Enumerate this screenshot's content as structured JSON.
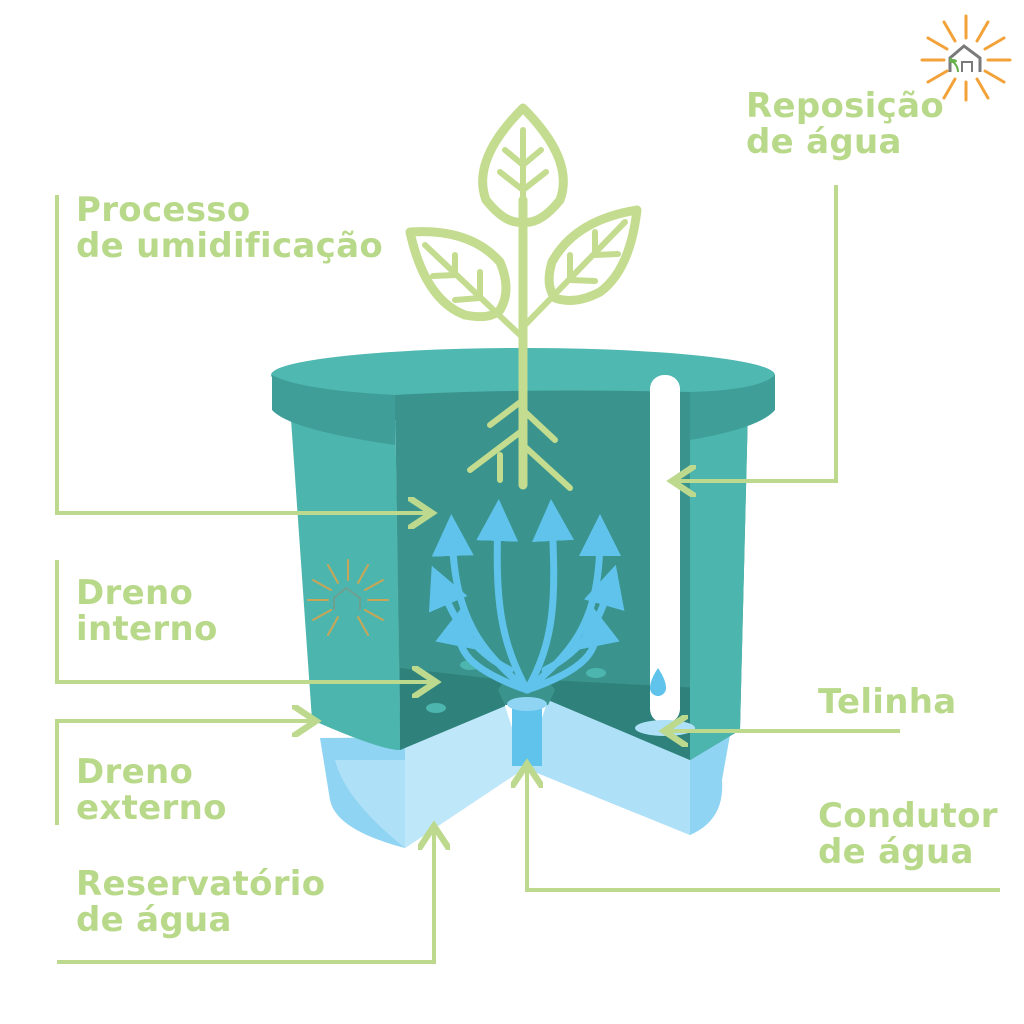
{
  "colors": {
    "label_green": "#b9d98a",
    "leader_green": "#bcd98e",
    "plant_green": "#c4dc8f",
    "pot_teal": "#4cb5ad",
    "pot_teal_dark": "#3f9f98",
    "pot_inner": "#3a948d",
    "reservoir_blue": "#aee0f7",
    "root_blue": "#5fc3ec",
    "logo_orange": "#f3a23a"
  },
  "labels": {
    "reposicao": {
      "line1": "Reposição",
      "line2": "de água"
    },
    "umidificacao": {
      "line1": "Processo",
      "line2": "de umidificação"
    },
    "dreno_interno": {
      "line1": "Dreno",
      "line2": "interno"
    },
    "telinha": {
      "line1": "Telinha"
    },
    "dreno_externo": {
      "line1": "Dreno",
      "line2": "externo"
    },
    "condutor": {
      "line1": "Condutor",
      "line2": "de água"
    },
    "reservatorio": {
      "line1": "Reservatório",
      "line2": "de água"
    }
  },
  "icons": {
    "logo": "sunburst-house-sprout-logo",
    "watermark": "sunburst-house-sprout-watermark"
  }
}
